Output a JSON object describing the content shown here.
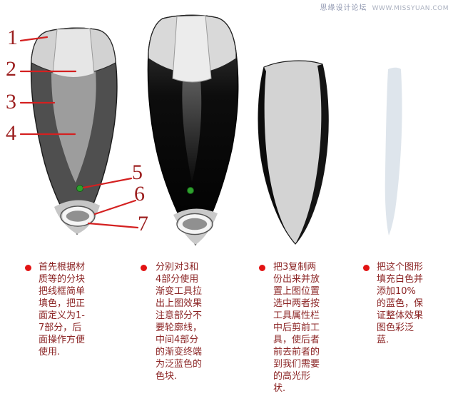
{
  "watermark": {
    "site_name": "思缘设计论坛",
    "site_url": "WWW.MISSYUAN.COM"
  },
  "callouts": {
    "labels": [
      "1",
      "2",
      "3",
      "4",
      "5",
      "6",
      "7"
    ]
  },
  "steps": [
    {
      "text": "首先根据材质等的分块把线框简单填色，把正面定义为1-7部分，后面操作方便使用."
    },
    {
      "text": "分别对3和4部分使用渐变工具拉出上图效果注意部分不要轮廓线，中间4部分的渐变终端为泛蓝色的色块."
    },
    {
      "text": "把3复制两份出来并放置上图位置选中两者按工具属性栏中后剪前工具，使后者前去前者的到我们需要的高光形状."
    },
    {
      "text": "把这个图形填充白色并添加10%的蓝色，保证整体效果图色彩泛蓝."
    }
  ],
  "figures": [
    {
      "name": "step1-colored-mouse-front"
    },
    {
      "name": "step2-gradient-black-body"
    },
    {
      "name": "step3-trim-copies-of-part3"
    },
    {
      "name": "step4-white-blue-highlight-sliver"
    }
  ],
  "colors": {
    "accent_red_lines": "#d42020",
    "callout_number_red": "#9c1f1f",
    "step_text_maroon": "#8b2424",
    "bullet_red": "#e21313",
    "watermark_gray_blue": "#99a0b6",
    "body_dark_gray": "#4f4f4f",
    "body_black": "#0a0a0a",
    "inner_gray": "#9d9d9d",
    "cap_light_gray": "#d2d2d2",
    "tip_light_gray": "#c6c6c6",
    "green_dot": "#2fa12f",
    "highlight_blue_white": "#dee5ec"
  }
}
